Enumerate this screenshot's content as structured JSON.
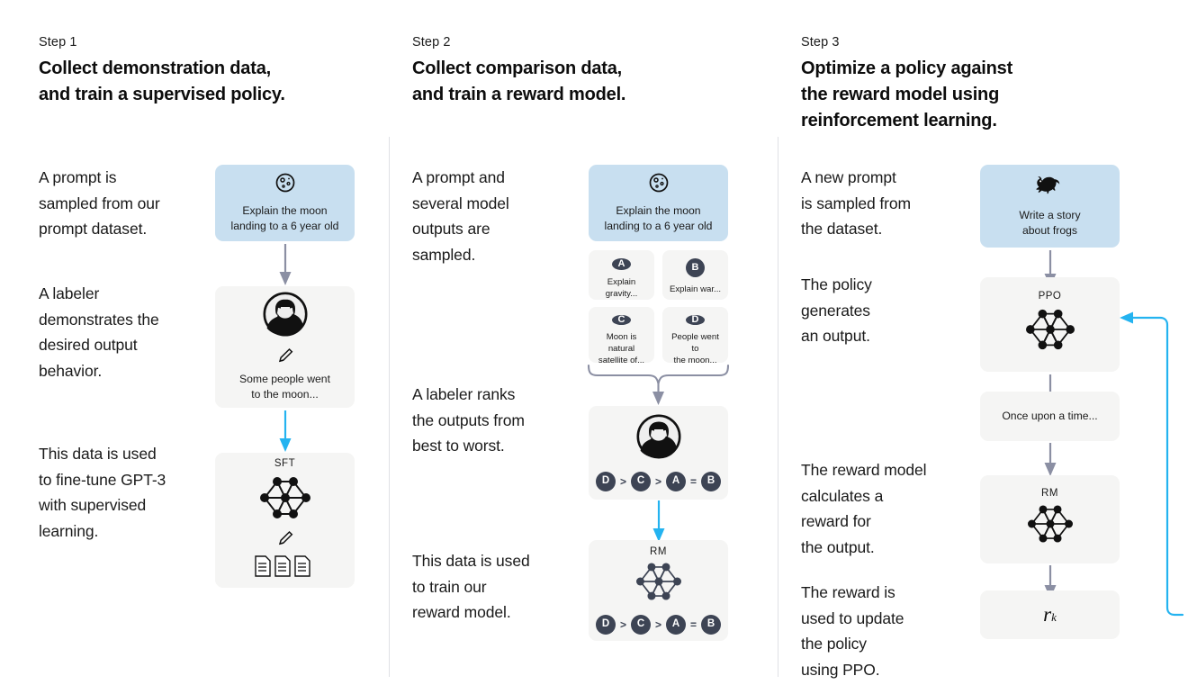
{
  "diagram": {
    "title": "RLHF three-step training diagram",
    "colors": {
      "prompt_box": "#c8dff0",
      "neutral_box": "#f5f5f4",
      "badge": "#3d4454",
      "grey_arrow": "#8b8fa3",
      "blue_arrow": "#24b3f0",
      "divider": "#dfe1e5"
    }
  },
  "columns": [
    {
      "step_label": "Step 1",
      "step_title": "Collect demonstration data,\nand train a supervised policy.",
      "paragraphs": [
        "A prompt is\nsampled from our\nprompt dataset.",
        "A labeler\ndemonstrates the\ndesired output\nbehavior.",
        "This data is used\nto fine-tune GPT-3\nwith supervised\nlearning."
      ],
      "nodes": {
        "prompt": {
          "icon": "moon-icon",
          "caption": "Explain the moon\nlanding to a 6 year old"
        },
        "labeler": {
          "icon": "person-icon",
          "sub_icon": "pencil-icon",
          "caption": "Some people went\nto the moon..."
        },
        "model": {
          "label": "SFT",
          "icon": "neural-network-icon",
          "sub_icon": "pencil-icon",
          "docs_icon": "documents-icon"
        }
      }
    },
    {
      "step_label": "Step 2",
      "step_title": "Collect comparison data,\nand train a reward model.",
      "paragraphs": [
        "A prompt and\nseveral model\noutputs are\nsampled.",
        "A labeler ranks\nthe outputs from\nbest to worst.",
        "This data is used\nto train our\nreward model."
      ],
      "nodes": {
        "prompt": {
          "icon": "moon-icon",
          "caption": "Explain the moon\nlanding to a 6 year old"
        },
        "outputs": [
          {
            "badge": "A",
            "text": "Explain gravity..."
          },
          {
            "badge": "B",
            "text": "Explain war..."
          },
          {
            "badge": "C",
            "text": "Moon is natural\nsatellite of..."
          },
          {
            "badge": "D",
            "text": "People went to\nthe moon..."
          }
        ],
        "labeler": {
          "icon": "person-icon",
          "ranking": [
            "D",
            ">",
            "C",
            ">",
            "A",
            "=",
            "B"
          ]
        },
        "reward_model": {
          "label": "RM",
          "icon": "neural-network-icon",
          "ranking": [
            "D",
            ">",
            "C",
            ">",
            "A",
            "=",
            "B"
          ]
        }
      }
    },
    {
      "step_label": "Step 3",
      "step_title": "Optimize a policy against\nthe reward model using\nreinforcement learning.",
      "paragraphs": [
        "A new prompt\nis sampled from\nthe dataset.",
        "The policy\ngenerates\nan output.",
        "The reward model\ncalculates a\nreward for\nthe output.",
        "The reward is\nused to update\nthe policy\nusing PPO."
      ],
      "nodes": {
        "prompt": {
          "icon": "frog-icon",
          "caption": "Write a story\nabout frogs"
        },
        "policy": {
          "label": "PPO",
          "icon": "neural-network-icon"
        },
        "output": {
          "caption": "Once upon a time..."
        },
        "reward_model": {
          "label": "RM",
          "icon": "neural-network-icon"
        },
        "reward": {
          "symbol": "r",
          "subscript": "k"
        }
      }
    }
  ]
}
